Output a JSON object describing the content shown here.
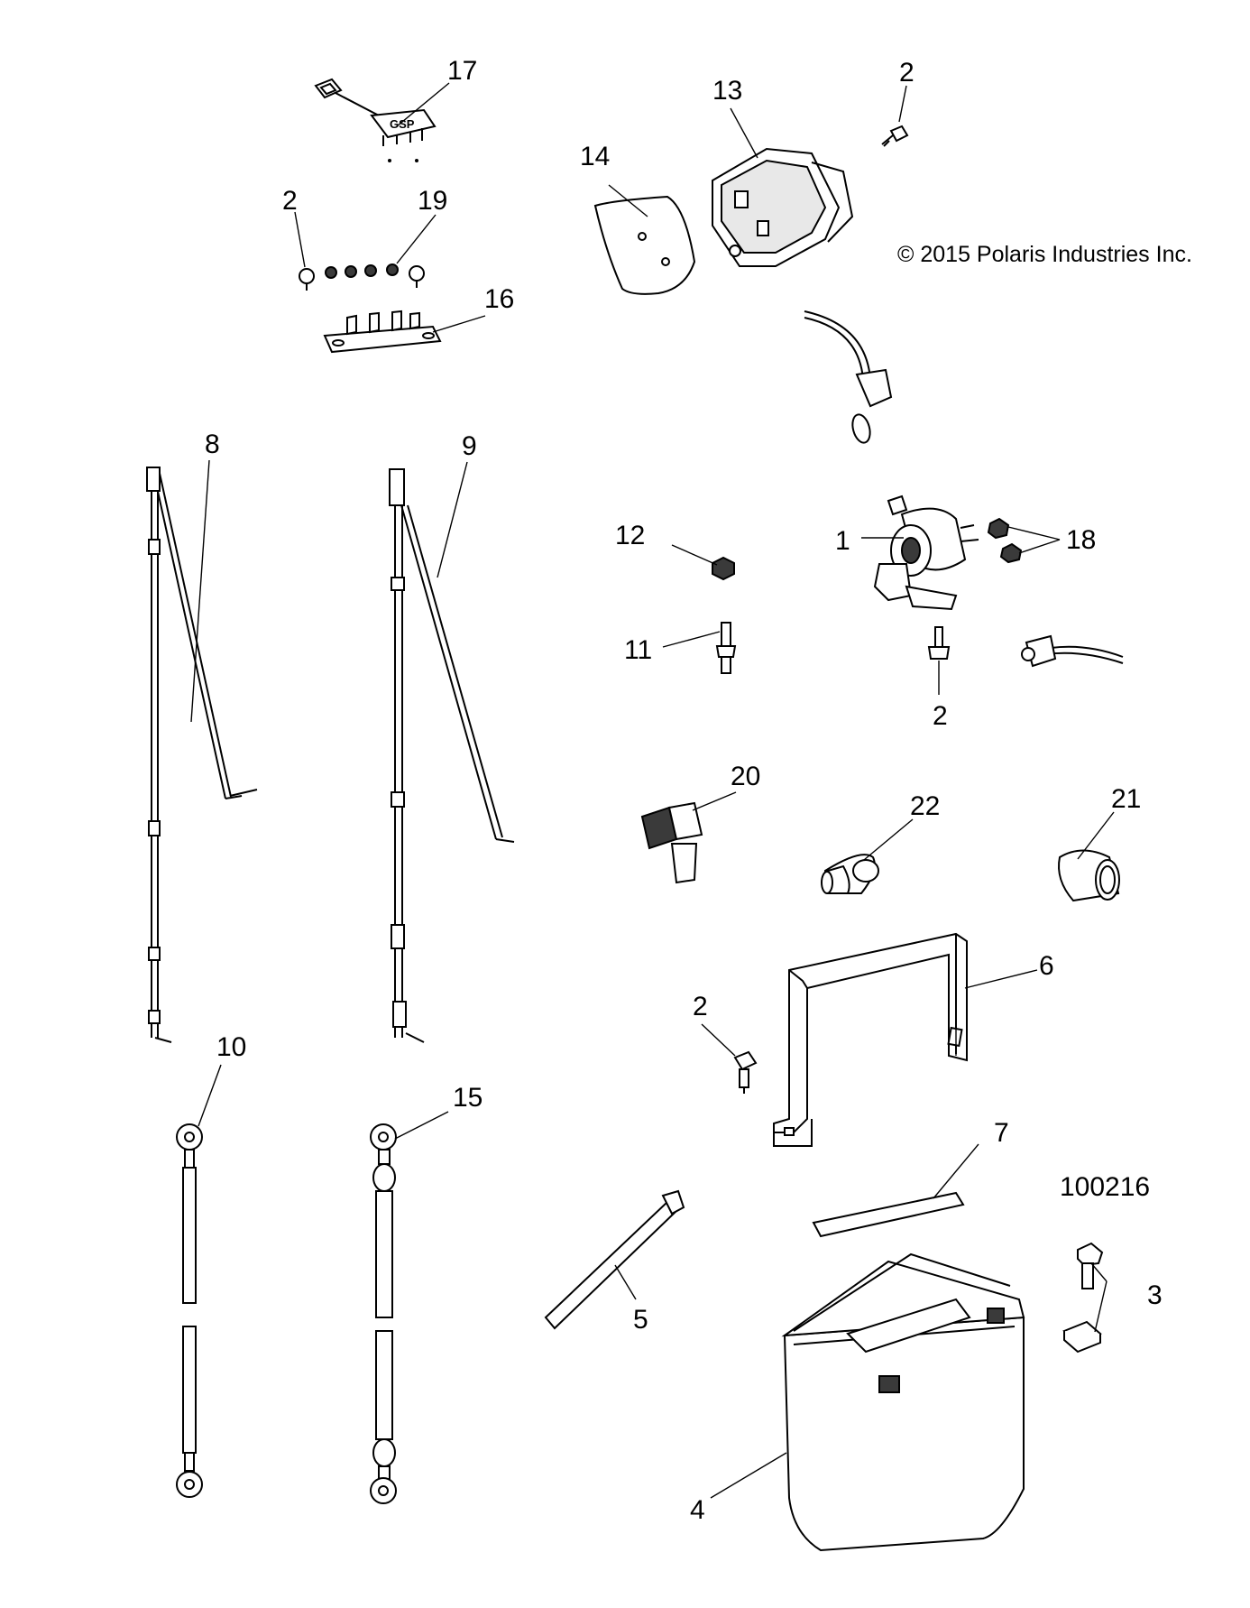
{
  "copyright": "© 2015 Polaris Industries Inc.",
  "figure_number": "100216",
  "callouts": [
    {
      "key": "c17",
      "text": "17"
    },
    {
      "key": "c13",
      "text": "13"
    },
    {
      "key": "c2a",
      "text": "2"
    },
    {
      "key": "c14",
      "text": "14"
    },
    {
      "key": "c2b",
      "text": "2"
    },
    {
      "key": "c19",
      "text": "19"
    },
    {
      "key": "c16",
      "text": "16"
    },
    {
      "key": "c8",
      "text": "8"
    },
    {
      "key": "c9",
      "text": "9"
    },
    {
      "key": "c12",
      "text": "12"
    },
    {
      "key": "c1",
      "text": "1"
    },
    {
      "key": "c18",
      "text": "18"
    },
    {
      "key": "c11",
      "text": "11"
    },
    {
      "key": "c2c",
      "text": "2"
    },
    {
      "key": "c20",
      "text": "20"
    },
    {
      "key": "c22",
      "text": "22"
    },
    {
      "key": "c21",
      "text": "21"
    },
    {
      "key": "c6",
      "text": "6"
    },
    {
      "key": "c2d",
      "text": "2"
    },
    {
      "key": "c10",
      "text": "10"
    },
    {
      "key": "c15",
      "text": "15"
    },
    {
      "key": "c7",
      "text": "7"
    },
    {
      "key": "c5",
      "text": "5"
    },
    {
      "key": "c3",
      "text": "3"
    },
    {
      "key": "c4",
      "text": "4"
    }
  ]
}
